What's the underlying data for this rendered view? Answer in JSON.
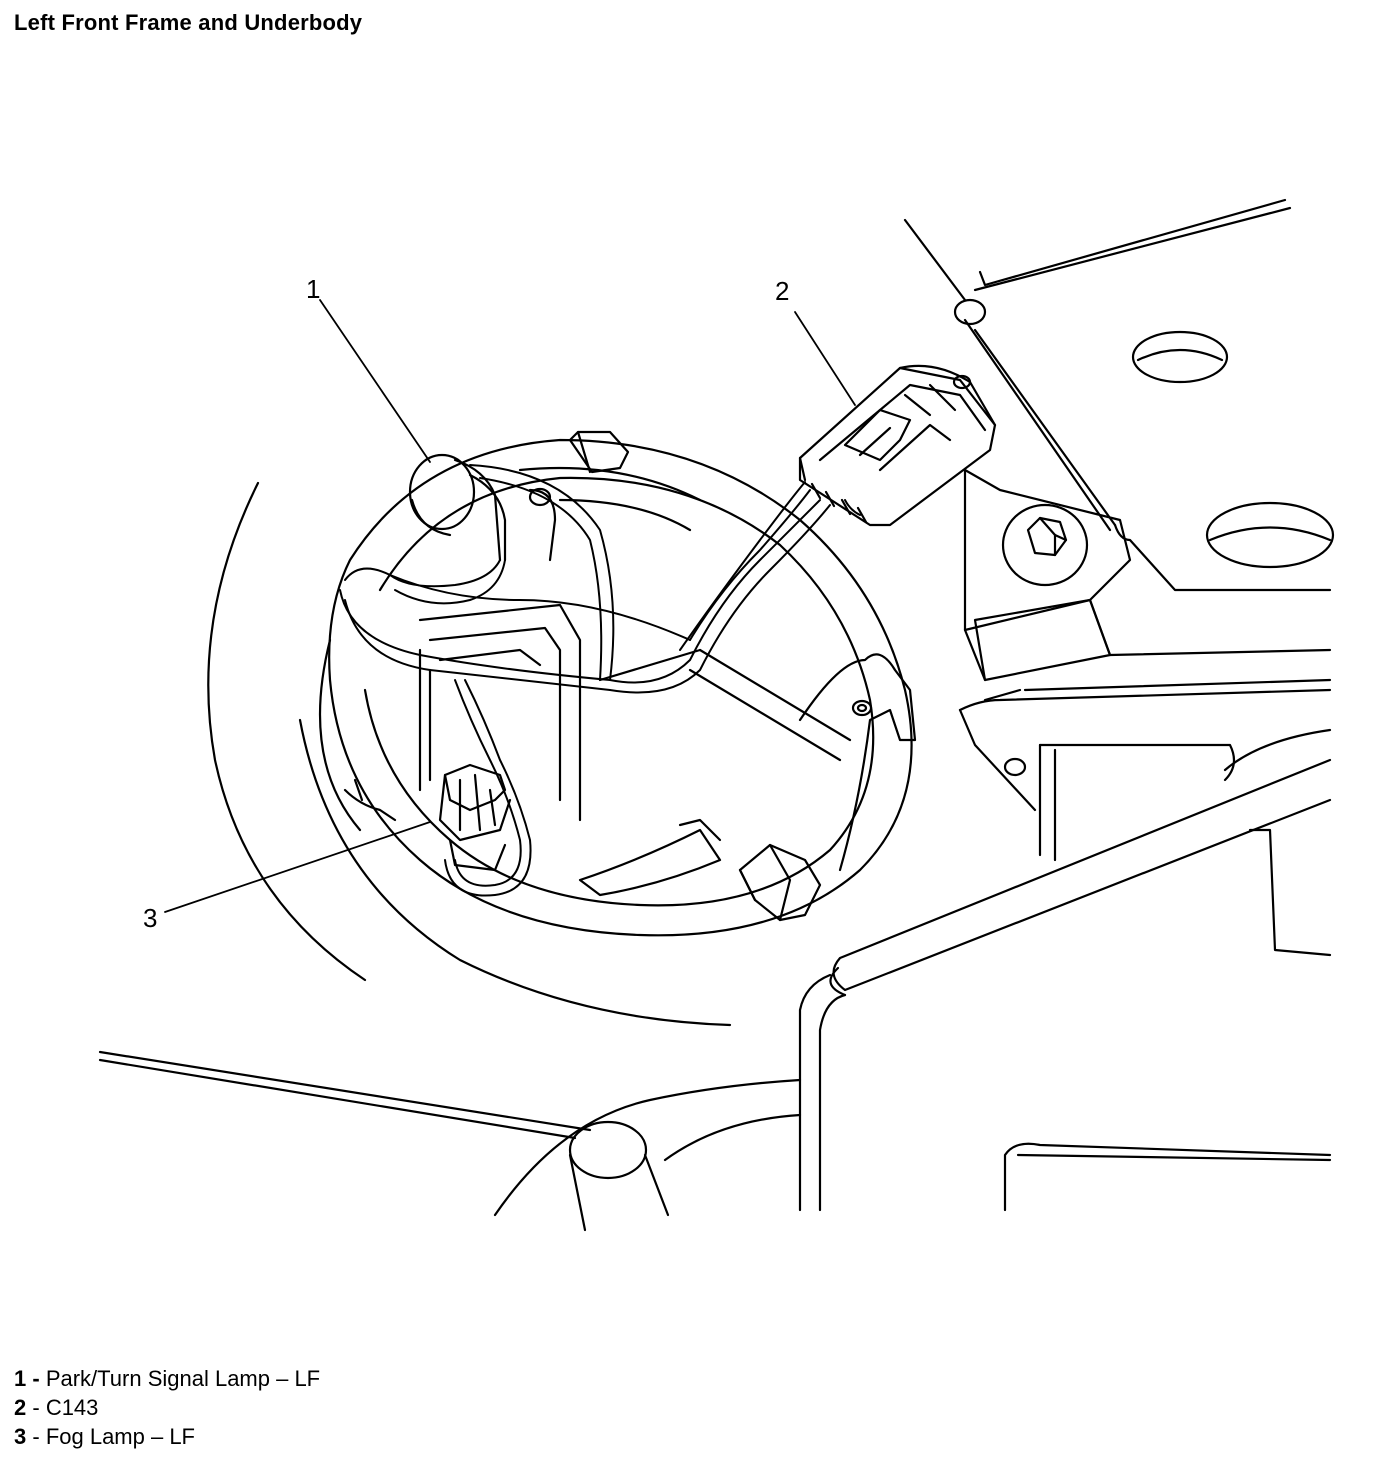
{
  "title": "Left Front Frame and Underbody",
  "callouts": [
    {
      "number": "1",
      "label": "Park/Turn Signal Lamp – LF"
    },
    {
      "number": "2",
      "label": "C143"
    },
    {
      "number": "3",
      "label": "Fog Lamp – LF"
    }
  ],
  "legend_separator": " - "
}
